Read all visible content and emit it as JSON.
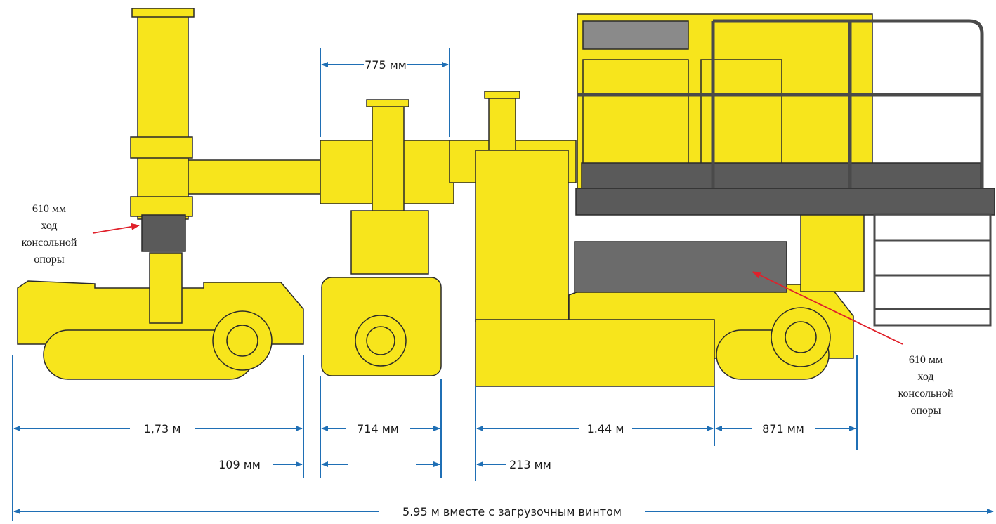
{
  "colors": {
    "body": "#f7e51c",
    "outline": "#2a2a2a",
    "dark": "#5a5a5a",
    "dimension": "#1f6fb5",
    "arrow": "#e0202a"
  },
  "dimensions": {
    "top_width": "775 мм",
    "left_track": "1,73 м",
    "gap_left": "109 мм",
    "cutter": "714 мм",
    "body": "1.44 м",
    "right_track": "871 мм",
    "offset": "213 мм",
    "total": "5.95 м вместе с загрузочным винтом"
  },
  "notes": {
    "left": [
      "610 мм",
      "ход",
      "консольной",
      "опоры"
    ],
    "right": [
      "610 мм",
      "ход",
      "консольной",
      "опоры"
    ]
  }
}
